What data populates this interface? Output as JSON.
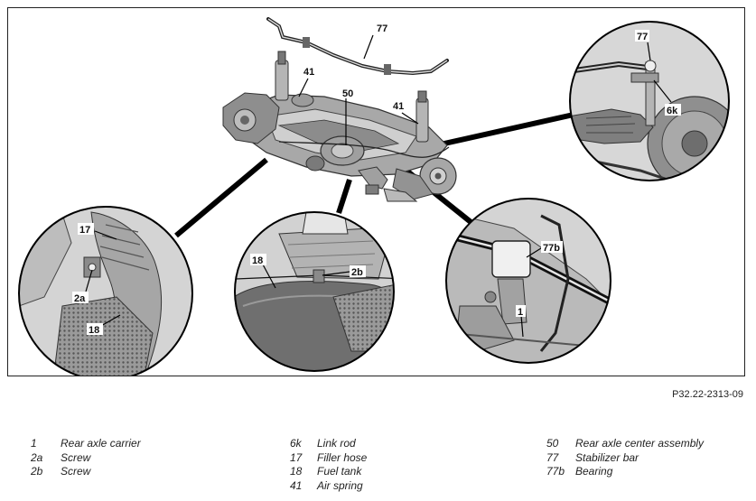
{
  "figure": {
    "code": "P32.22-2313-09",
    "callouts": {
      "stab_main": "77",
      "stab_detail": "77",
      "link_rod": "6k",
      "spring_left": "41",
      "spring_right": "41",
      "center": "50",
      "filler_left": "17",
      "screw_2a": "2a",
      "tank_left": "18",
      "tank_mid": "18",
      "screw_2b": "2b",
      "bearing": "77b",
      "carrier": "1"
    }
  },
  "legend": {
    "col1": [
      {
        "num": "1",
        "text": "Rear axle carrier"
      },
      {
        "num": "2a",
        "text": "Screw"
      },
      {
        "num": "2b",
        "text": "Screw"
      }
    ],
    "col2": [
      {
        "num": "6k",
        "text": "Link rod"
      },
      {
        "num": "17",
        "text": "Filler hose"
      },
      {
        "num": "18",
        "text": "Fuel tank"
      },
      {
        "num": "41",
        "text": "Air spring"
      }
    ],
    "col3": [
      {
        "num": "50",
        "text": "Rear axle center assembly"
      },
      {
        "num": "77",
        "text": "Stabilizer bar"
      },
      {
        "num": "77b",
        "text": "Bearing"
      }
    ]
  }
}
